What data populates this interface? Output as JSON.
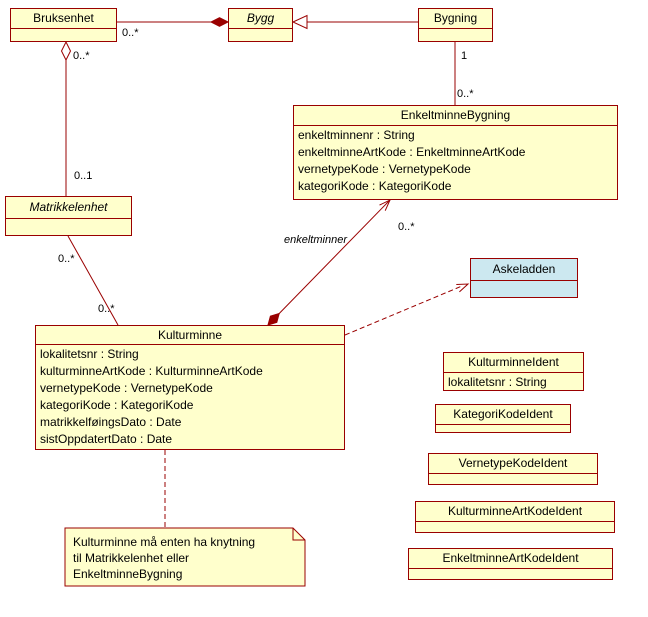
{
  "classes": {
    "bruksenhet": {
      "name": "Bruksenhet"
    },
    "bygg": {
      "name": "Bygg"
    },
    "bygning": {
      "name": "Bygning"
    },
    "enkeltminne_bygning": {
      "name": "EnkeltminneBygning",
      "attributes": [
        "enkeltminnenr : String",
        "enkeltminneArtKode : EnkeltminneArtKode",
        "vernetypeKode : VernetypeKode",
        "kategoriKode : KategoriKode"
      ]
    },
    "matrikkelenhet": {
      "name": "Matrikkelenhet"
    },
    "askeladden": {
      "name": "Askeladden"
    },
    "kulturminne": {
      "name": "Kulturminne",
      "attributes": [
        "lokalitetsnr : String",
        "kulturminneArtKode : KulturminneArtKode",
        "vernetypeKode : VernetypeKode",
        "kategoriKode : KategoriKode",
        "matrikkelføingsDato : Date",
        "sistOppdatertDato : Date"
      ]
    },
    "kulturminne_ident": {
      "name": "KulturminneIdent",
      "attributes": [
        "lokalitetsnr : String"
      ]
    },
    "kategori_kode_ident": {
      "name": "KategoriKodeIdent"
    },
    "vernetype_kode_ident": {
      "name": "VernetypeKodeIdent"
    },
    "kulturminne_art_kode_ident": {
      "name": "KulturminneArtKodeIdent"
    },
    "enkeltminne_art_kode_ident": {
      "name": "EnkeltminneArtKodeIdent"
    }
  },
  "edge_labels": {
    "bygg_bruksenhet_mult": "0..*",
    "bruksenhet_matrikkelenhet_upper_mult": "0..*",
    "bruksenhet_matrikkelenhet_lower_mult": "0..1",
    "bygning_enkeltminnebygning_upper_mult": "1",
    "bygning_enkeltminnebygning_lower_mult": "0..*",
    "enkeltminner_mult": "0..*",
    "enkeltminner_role": "enkeltminner",
    "matrikkelenhet_kulturminne_upper_mult": "0..*",
    "matrikkelenhet_kulturminne_lower_mult": "0..*"
  },
  "note": {
    "lines": [
      "Kulturminne må enten ha knytning",
      "til Matrikkelenhet eller",
      "EnkeltminneBygning"
    ]
  },
  "colors": {
    "class_fill": "#FFFFCC",
    "askeladden_fill": "#CCE8F0",
    "line": "#9A0000",
    "text": "#000000",
    "background": "#FFFFFF"
  }
}
